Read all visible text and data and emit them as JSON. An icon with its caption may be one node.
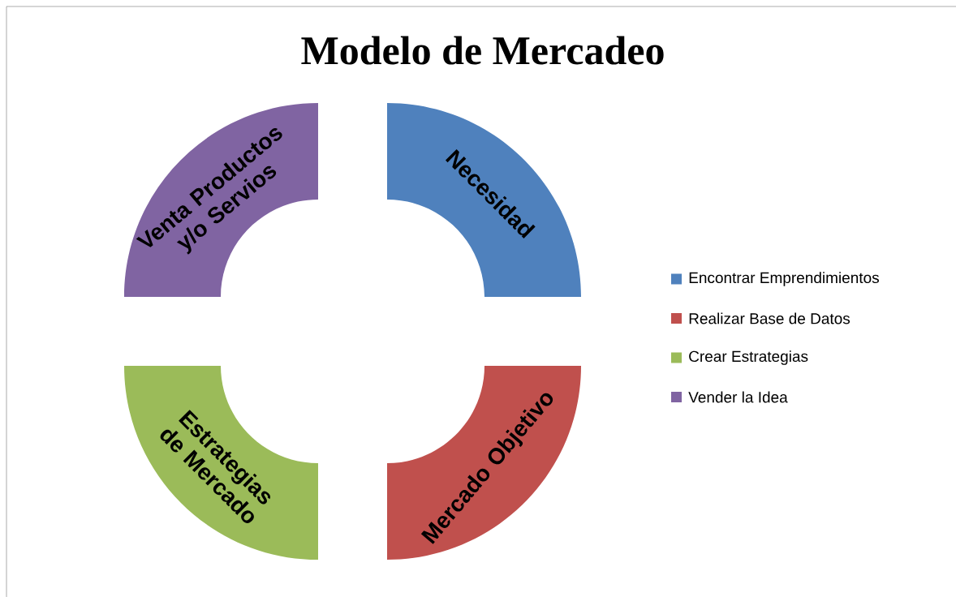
{
  "diagram": {
    "title": "Modelo de Mercadeo",
    "nodes": [
      {
        "text": [
          "Necesidad"
        ]
      },
      {
        "text": [
          "Mercado Objetivo"
        ]
      },
      {
        "text": [
          "Estrategias de Mercado"
        ]
      },
      {
        "text": [
          "Venta Productos y/o Servios"
        ]
      }
    ],
    "legend": [
      {
        "text": "Encontrar Emprendimientos",
        "color": "#4f81bd"
      },
      {
        "text": "Realizar Base de Datos",
        "color": "#c0504d"
      },
      {
        "text": "Crear Estrategias",
        "color": "#9bbb59"
      },
      {
        "text": "Vender la Idea",
        "color": "#8064a2"
      }
    ]
  }
}
